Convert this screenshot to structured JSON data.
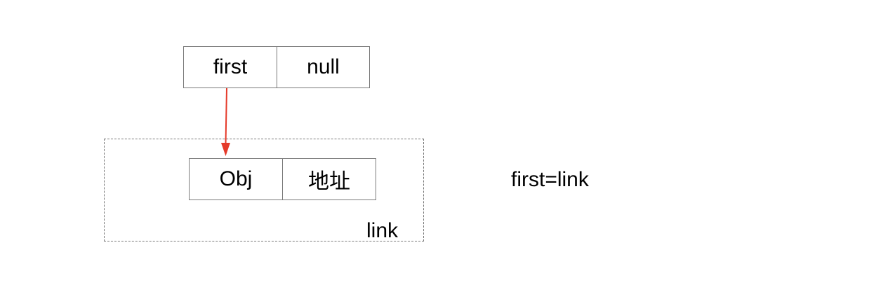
{
  "top_node": {
    "field_1": "first",
    "field_2": "null"
  },
  "link_node": {
    "field_1": "Obj",
    "field_2": "地址",
    "frame_label": "link"
  },
  "assignment_label": "first=link",
  "colors": {
    "pointer_arrow": "#e53a2a",
    "border": "#7a7a7a"
  }
}
